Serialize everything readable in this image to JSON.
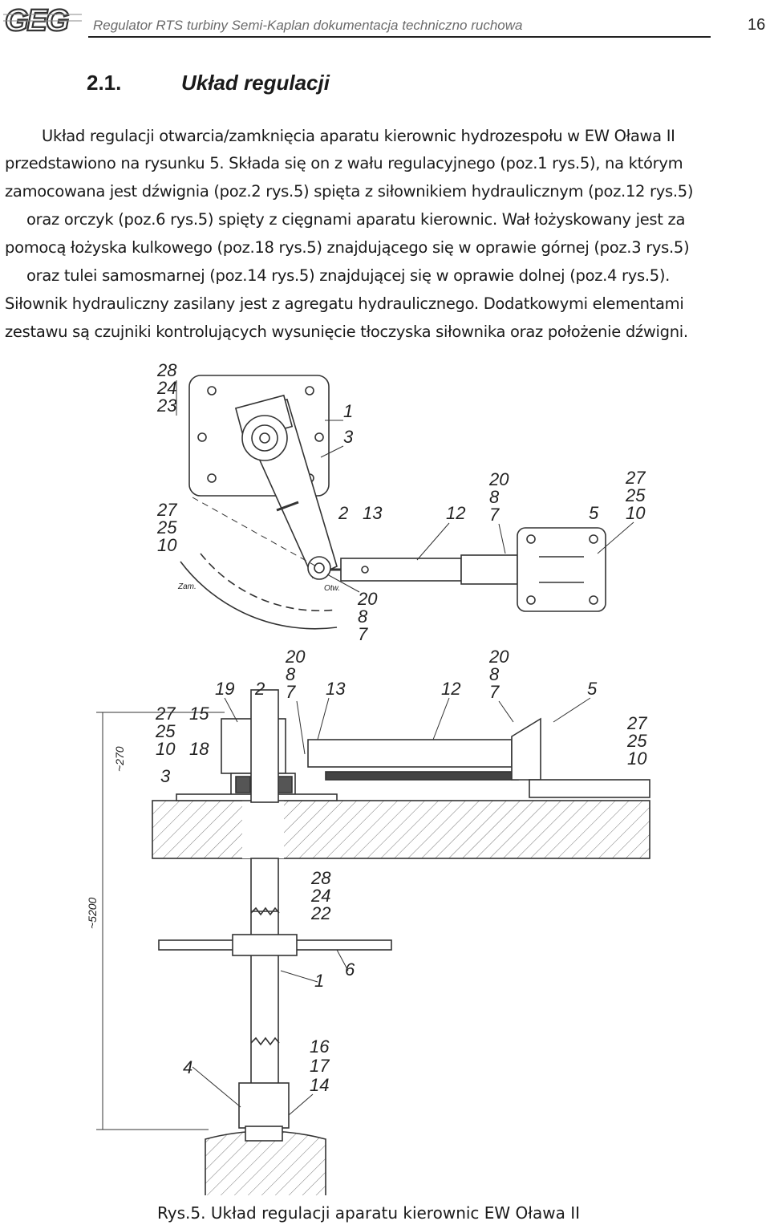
{
  "header": {
    "logo_text": "GEG",
    "title": "Regulator RTS turbiny Semi-Kaplan dokumentacja techniczno ruchowa",
    "page_number": "16"
  },
  "section": {
    "number": "2.1.",
    "title": "Układ regulacji"
  },
  "paragraph": [
    "Układ regulacji otwarcia/zamknięcia aparatu kierownic hydrozespołu w EW Oława II",
    "przedstawiono na rysunku 5.  Składa się on z wału regulacyjnego (poz.1 rys.5), na którym",
    "zamocowana jest dźwignia (poz.2 rys.5) spięta z siłownikiem hydraulicznym (poz.12 rys.5)",
    "oraz orczyk (poz.6 rys.5)  spięty z cięgnami aparatu kierownic. Wał łożyskowany jest za",
    "pomocą łożyska kulkowego (poz.18 rys.5) znajdującego się w oprawie górnej (poz.3 rys.5)",
    "oraz tulei samosmarnej (poz.14 rys.5) znajdującej się w oprawie dolnej (poz.4 rys.5).",
    "Siłownik hydrauliczny zasilany jest z agregatu hydraulicznego. Dodatkowymi elementami",
    "zestawu są czujniki kontrolujących wysunięcie tłoczyska siłownika oraz położenie dźwigni."
  ],
  "drawing": {
    "top_view": {
      "stack_top": [
        "28",
        "24",
        "23"
      ],
      "stack_right": [
        "1",
        "3"
      ],
      "stack_left": [
        "27",
        "25",
        "10"
      ],
      "label_2": "2",
      "label_13": "13",
      "label_12": "12",
      "stack_mid": [
        "20",
        "8",
        "7"
      ],
      "label_5": "5",
      "stack_far": [
        "27",
        "25",
        "10"
      ],
      "stack_bottom": [
        "20",
        "8",
        "7"
      ],
      "zam": "Zam.",
      "otw": "Otw."
    },
    "side_view": {
      "stack_a": [
        "20",
        "8",
        "7"
      ],
      "stack_b": [
        "20",
        "8",
        "7"
      ],
      "label_19": "19",
      "label_2": "2",
      "label_13": "13",
      "label_12": "12",
      "label_5": "5",
      "stack_left": [
        "27",
        "25",
        "10",
        "3"
      ],
      "stack_15": [
        "15",
        "18"
      ],
      "stack_right": [
        "27",
        "25",
        "10"
      ],
      "dim_270": "~270",
      "dim_5200": "~5200",
      "stack_mid": [
        "28",
        "24",
        "22"
      ],
      "label_1": "1",
      "label_6": "6",
      "label_4": "4",
      "stack_low": [
        "16",
        "17",
        "14"
      ]
    }
  },
  "caption": "Rys.5. Układ regulacji aparatu kierownic EW Oława II"
}
